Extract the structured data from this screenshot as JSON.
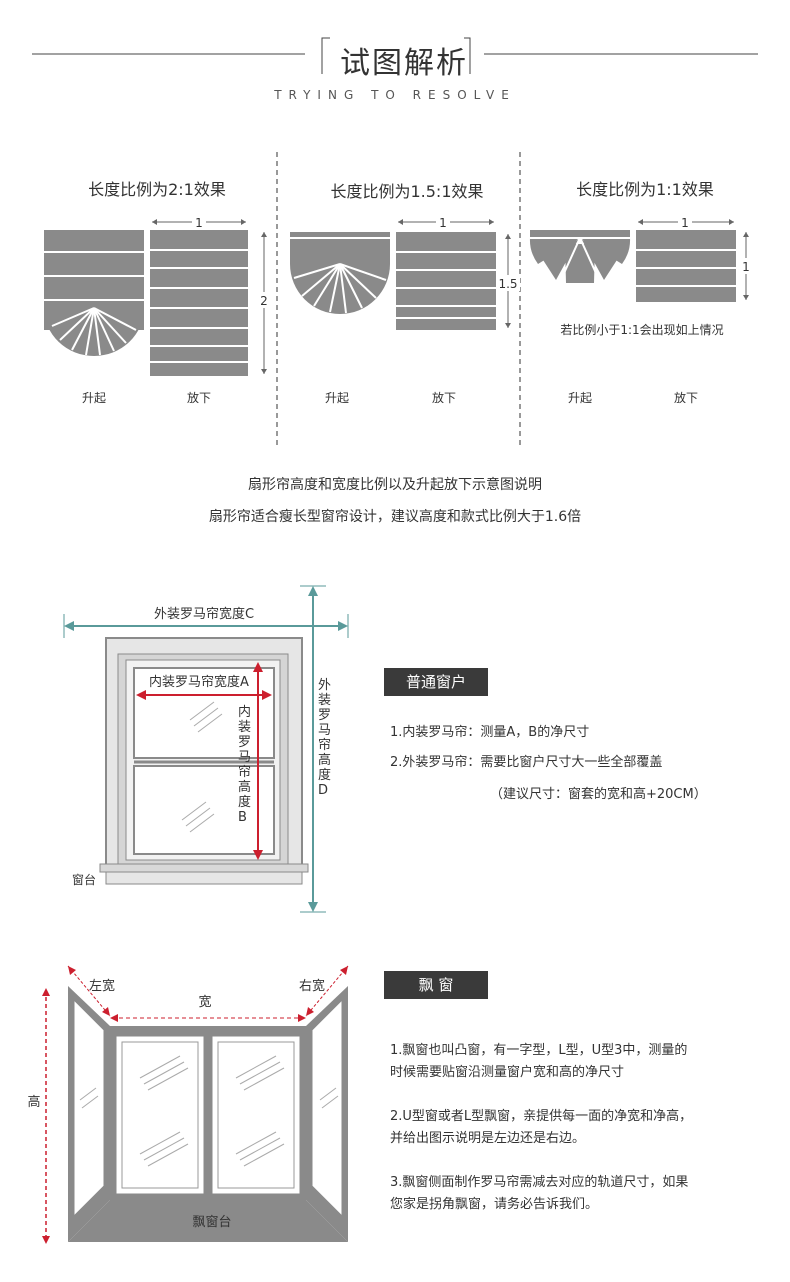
{
  "header": {
    "title": "试图解析",
    "subtitle": "TRYING TO RESOLVE"
  },
  "ratios": [
    {
      "title": "长度比例为2:1效果",
      "width_label": "1",
      "height_label": "2",
      "raised_label": "升起",
      "lowered_label": "放下"
    },
    {
      "title": "长度比例为1.5:1效果",
      "width_label": "1",
      "height_label": "1.5",
      "raised_label": "升起",
      "lowered_label": "放下"
    },
    {
      "title": "长度比例为1:1效果",
      "width_label": "1",
      "height_label": "1",
      "raised_label": "升起",
      "lowered_label": "放下",
      "note": "若比例小于1:1会出现如上情况"
    }
  ],
  "captions": {
    "line1": "扇形帘高度和宽度比例以及升起放下示意图说明",
    "line2": "扇形帘适合瘦长型窗帘设计，建议高度和款式比例大于1.6倍"
  },
  "window_diagram": {
    "outer_width": "外装罗马帘宽度C",
    "inner_width": "内装罗马帘宽度A",
    "inner_height": "内装罗马帘高度B",
    "outer_height": "外装罗马帘高度D",
    "sill": "窗台"
  },
  "normal_window": {
    "badge": "普通窗户",
    "item1": "1.内装罗马帘：测量A，B的净尺寸",
    "item2": "2.外装罗马帘：需要比窗户尺寸大一些全部覆盖",
    "item2b": "（建议尺寸：窗套的宽和高+20CM）"
  },
  "bay_diagram": {
    "left_width": "左宽",
    "right_width": "右宽",
    "width": "宽",
    "height": "高",
    "sill": "飘窗台"
  },
  "bay_window": {
    "badge": "飘  窗",
    "p1a": "1.飘窗也叫凸窗，有一字型，L型，U型3中，测量的",
    "p1b": "时候需要贴窗沿测量窗户宽和高的净尺寸",
    "p2a": "2.U型窗或者L型飘窗，亲提供每一面的净宽和净高，",
    "p2b": "并给出图示说明是左边还是右边。",
    "p3a": "3.飘窗侧面制作罗马帘需减去对应的轨道尺寸，如果",
    "p3b": "您家是拐角飘窗，请务必告诉我们。"
  },
  "colors": {
    "curtain_gray": "#8a8a8a",
    "red_arrow": "#cc1f2e",
    "teal_arrow": "#5a9a9a",
    "badge_bg": "#3a3a3a"
  }
}
